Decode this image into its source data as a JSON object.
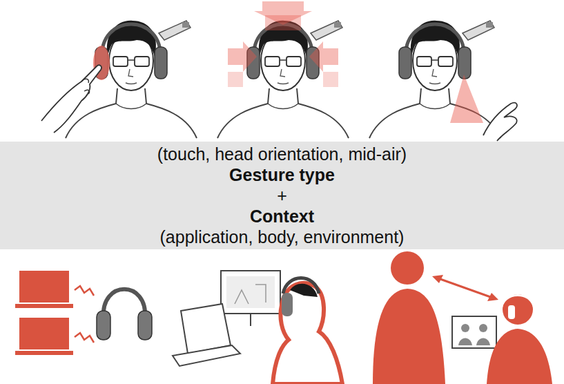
{
  "diagram": {
    "nodes": [
      {
        "text": [
          "(touch, head orientation, mid-air)",
          "Gesture type",
          "+",
          "Context",
          "(application, body, environment)"
        ]
      }
    ]
  }
}
